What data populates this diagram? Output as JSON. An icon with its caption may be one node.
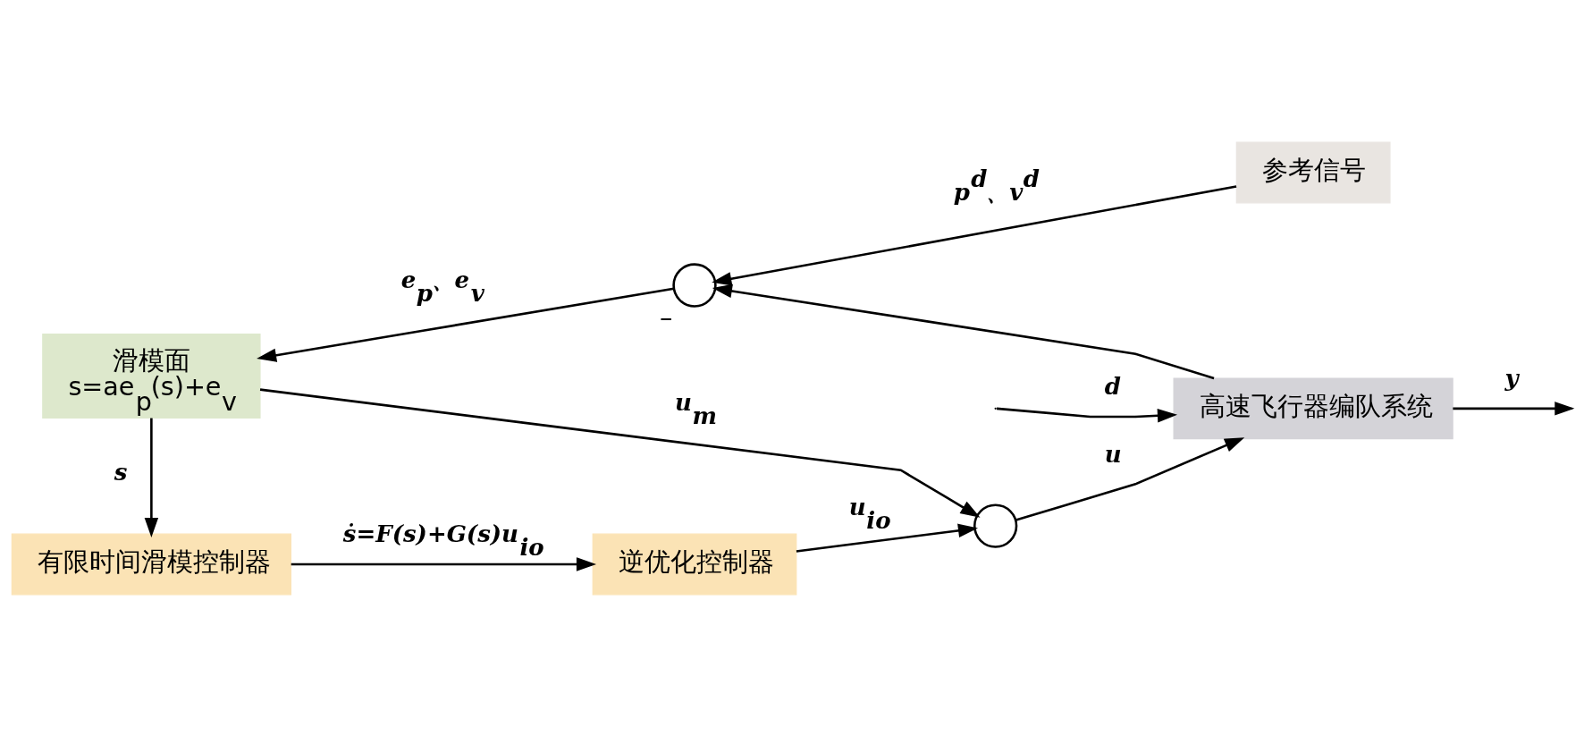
{
  "diagram": {
    "nodes": [
      {
        "text": [
          "有限时间滑模控制器"
        ]
      },
      {
        "text": [
          "逆优化控制器"
        ]
      },
      {
        "text": [],
        "shape": "circle"
      },
      {
        "text": [
          "高速飞行器编队系统"
        ]
      },
      {
        "text": [
          "滑模面",
          "s=ae$_{p}$(s)+e$_{v}$"
        ]
      },
      {
        "text": [],
        "shape": "circle",
        "beside": [
          "–"
        ]
      },
      {
        "text": [
          "参考信号"
        ]
      }
    ],
    "edges": [
      {
        "from": 0,
        "to": 1,
        "arrow": "to",
        "label": "ṡ=F(s)+G(s)u$_{io}$"
      },
      {
        "from": 1,
        "to": 2,
        "arrow": "to",
        "label": "u$_{io}$"
      },
      {
        "from": 2,
        "to": 3,
        "arrow": "to",
        "label": "u"
      },
      {
        "from": null,
        "to": 3,
        "arrow": "to",
        "label": "d"
      },
      {
        "from": 3,
        "to": null,
        "arrow": "to",
        "label": "y"
      },
      {
        "from": 3,
        "to": 5,
        "arrow": "to"
      },
      {
        "from": 6,
        "to": 5,
        "arrow": "to",
        "label": "p$^{d}$、v$^{d}$"
      },
      {
        "from": 5,
        "to": 4,
        "arrow": "to",
        "label": "e$_{p}$、e$_{v}$"
      },
      {
        "from": 4,
        "to": 0,
        "arrow": "to",
        "label": "s"
      },
      {
        "from": 4,
        "to": 2,
        "arrow": "to",
        "label": "u$_{m}$"
      }
    ]
  }
}
